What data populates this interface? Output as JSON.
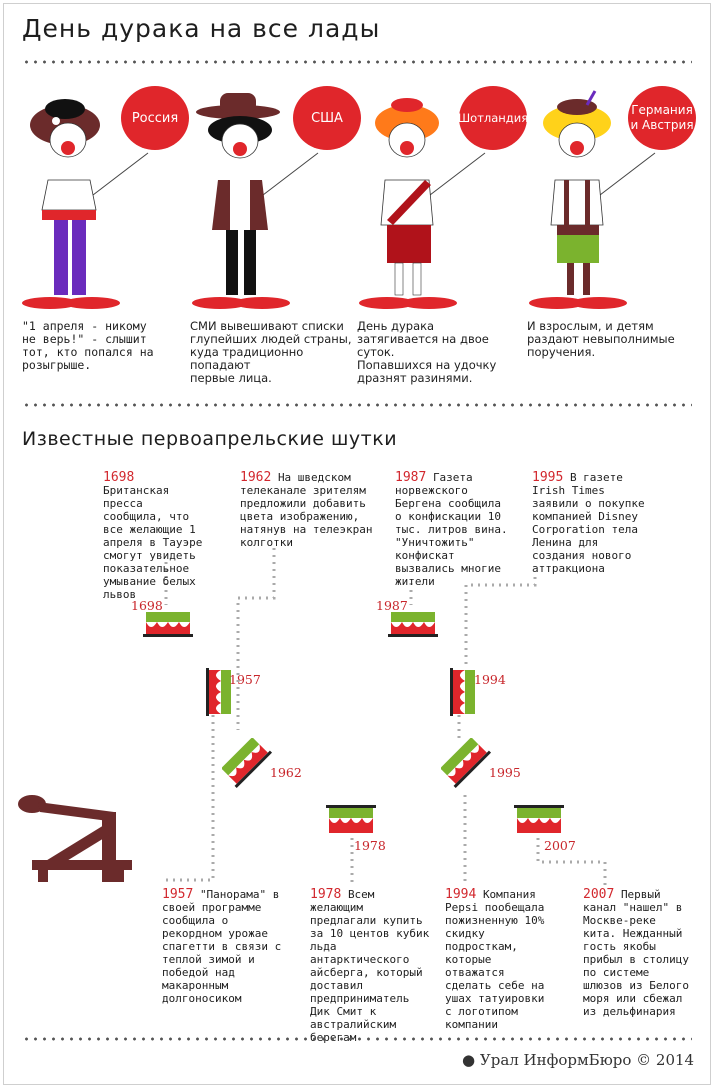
{
  "title": "День дурака на все лады",
  "subtitle": "Известные первоапрельские шутки",
  "countries": [
    {
      "name": "Россия",
      "caption": "\"1 апреля - никому\nне верь!\" - слышит\nтот, кто попался на\nрозыгрыше."
    },
    {
      "name": "США",
      "caption": "СМИ вывешивают списки\nглупейших людей страны,\nкуда традиционно\nпопадают\nпервые лица."
    },
    {
      "name": "Шотландия",
      "caption": "День дурака\nзатягивается на двое\nсуток.\nПопавшихся на удочку\nдразнят разинями."
    },
    {
      "name": "Германия и Австрия",
      "caption": "И взрослым, и детям\nраздают невыполнимые\nпоручения."
    }
  ],
  "events": [
    {
      "year": "1698",
      "text": "Британская пресса сообщила, что все желающие 1 апреля в Тауэре смогут увидеть показательное умывание белых львов"
    },
    {
      "year": "1962",
      "text": "На шведском телеканале зрителям предложили добавить цвета изображению, натянув на телеэкран колготки"
    },
    {
      "year": "1987",
      "text": "Газета норвежского Бергена сообщила о конфискации 10 тыс. литров вина. \"Уничтожить\" конфискат вызвались многие жители"
    },
    {
      "year": "1995",
      "text": "В газете Irish Times заявили о покупке компанией Disney Corporation тела Ленина для создания нового аттракциона"
    },
    {
      "year": "1957",
      "text": "\"Панорама\" в своей программе сообщила о рекордном урожае спагетти в связи с теплой зимой и победой над макаронным долгоносиком"
    },
    {
      "year": "1978",
      "text": "Всем желающим предлагали купить за 10 центов кубик льда антарктического айсберга, который доставил предприниматель Дик Смит к австралийским берегам"
    },
    {
      "year": "1994",
      "text": "Компания Pepsi пообещала пожизненную 10% скидку подросткам, которые отважатся сделать себе на ушах татуировки с логотипом компании"
    },
    {
      "year": "2007",
      "text": "Первый канал \"нашел\" в Москве-реке кита. Нежданный гость якобы прибыл в столицу по системе шлюзов из Белого моря или сбежал из дельфинария"
    }
  ],
  "timeline_labels": [
    "1698",
    "1957",
    "1962",
    "1978",
    "1987",
    "1994",
    "1995",
    "2007"
  ],
  "footer": "Урал ИнформБюро © 2014",
  "colors": {
    "red": "#e0262b",
    "green": "#7bb32e",
    "brown": "#6b2b2b",
    "purple": "#6a2bbd"
  }
}
